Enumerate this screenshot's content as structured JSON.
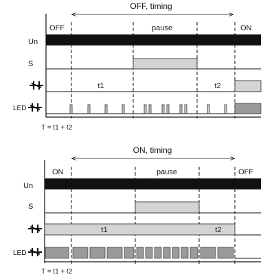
{
  "diagrams": [
    {
      "title": "OFF, timing",
      "start_state": "OFF",
      "middle_label": "pause",
      "end_state": "ON",
      "rows": {
        "un": "Un",
        "s": "S",
        "led": "LED"
      },
      "t1": "t1",
      "t2": "t2",
      "formula": "T = t1 + t2"
    },
    {
      "title": "ON, timing",
      "start_state": "ON",
      "middle_label": "pause",
      "end_state": "OFF",
      "rows": {
        "un": "Un",
        "s": "S",
        "led": "LED"
      },
      "t1": "t1",
      "t2": "t2",
      "formula": "T = t1 + t2"
    }
  ],
  "colors": {
    "ink": "#111111",
    "light_fill": "#d4d4d4",
    "mid_fill": "#9a9a9a"
  },
  "icons": {
    "relay": "relay-contact-icon"
  }
}
